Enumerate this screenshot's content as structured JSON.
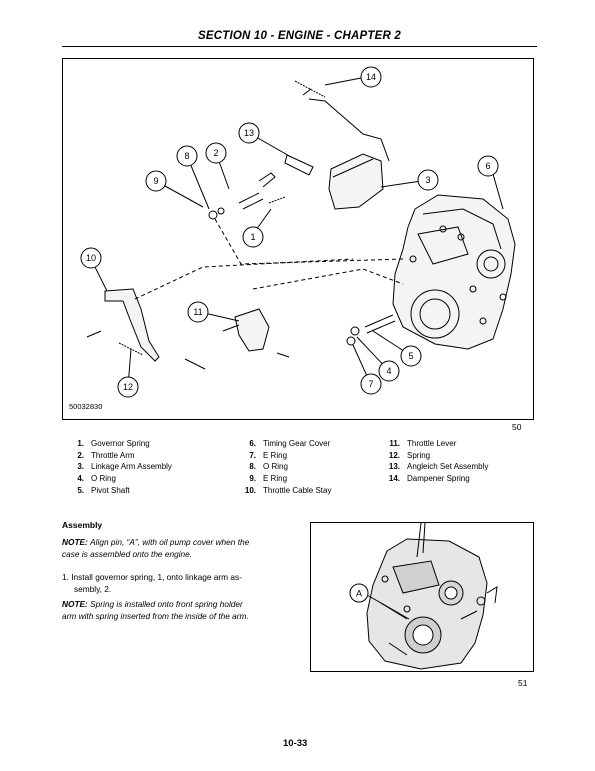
{
  "header": {
    "title": "SECTION 10 - ENGINE - CHAPTER 2"
  },
  "figure1": {
    "code": "50032830",
    "number": "50",
    "callouts": [
      "14",
      "13",
      "8",
      "2",
      "9",
      "3",
      "6",
      "1",
      "10",
      "11",
      "5",
      "4",
      "7",
      "12"
    ]
  },
  "legend": {
    "col1": [
      {
        "num": "1.",
        "label": "Governor Spring"
      },
      {
        "num": "2.",
        "label": "Throttle Arm"
      },
      {
        "num": "3.",
        "label": "Linkage Arm Assembly"
      },
      {
        "num": "4.",
        "label": "O Ring"
      },
      {
        "num": "5.",
        "label": "Pivot Shaft"
      }
    ],
    "col2": [
      {
        "num": "6.",
        "label": "Timing Gear Cover"
      },
      {
        "num": "7.",
        "label": "E Ring"
      },
      {
        "num": "8.",
        "label": "O Ring"
      },
      {
        "num": "9.",
        "label": "E Ring"
      },
      {
        "num": "10.",
        "label": "Throttle Cable Stay"
      }
    ],
    "col3": [
      {
        "num": "11.",
        "label": "Throttle Lever"
      },
      {
        "num": "12.",
        "label": "Spring"
      },
      {
        "num": "13.",
        "label": "Angleich Set Assembly"
      },
      {
        "num": "14.",
        "label": "Dampener Spring"
      }
    ]
  },
  "assembly": {
    "title": "Assembly",
    "note1_label": "NOTE:",
    "note1_line1": "Align pin, “A”, with oil pump cover when the",
    "note1_line2": "case is assembled onto the engine.",
    "step1_line1": "1.  Install governor spring, 1, onto linkage arm as-",
    "step1_line2": "sembly, 2.",
    "note2_label": "NOTE:",
    "note2_line1": "Spring is installed onto front spring holder",
    "note2_line2": "arm with spring inserted from the inside of the arm."
  },
  "figure2": {
    "number": "51",
    "callout": "A"
  },
  "page": {
    "number": "10-33"
  }
}
